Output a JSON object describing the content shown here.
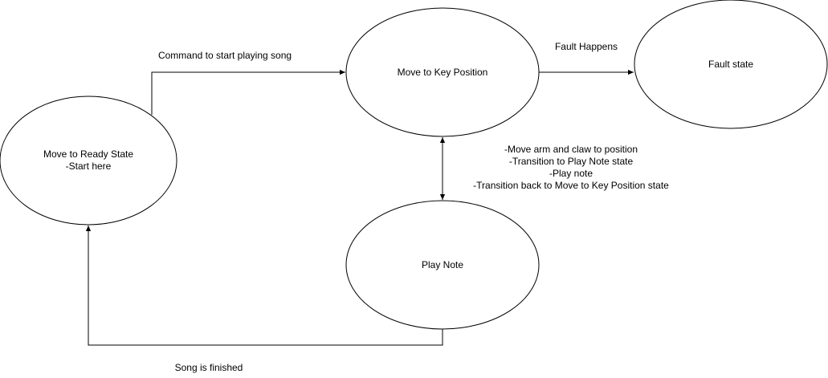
{
  "states": {
    "ready": {
      "line1": "Move to Ready State",
      "line2": "-Start here"
    },
    "key_position": {
      "label": "Move to Key Position"
    },
    "fault": {
      "label": "Fault state"
    },
    "play_note": {
      "label": "Play Note"
    }
  },
  "transitions": {
    "start_song": "Command to start playing song",
    "fault_happens": "Fault Happens",
    "song_finished": "Song is finished"
  },
  "key_play_cycle_notes": [
    "-Move arm and claw to position",
    "-Transition to Play Note state",
    "-Play note",
    "-Transition back to Move to Key Position state"
  ]
}
